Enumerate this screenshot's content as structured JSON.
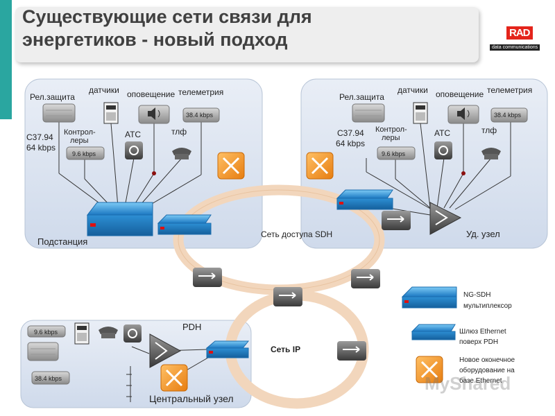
{
  "title": {
    "line1": "Существующие сети связи для",
    "line2": "энергетиков  - новый подход"
  },
  "logo": {
    "brand": "RAD",
    "sub": "data communications"
  },
  "substation": {
    "label": "Подстанция",
    "rel_protection": "Рел.защита",
    "sensors": "датчики",
    "alerting": "оповещение",
    "telemetry": "телеметрия",
    "c3794": "С37.94",
    "kbps64": "64 kbps",
    "controllers_1": "Контрол-",
    "controllers_2": "леры",
    "ats": "АТС",
    "tlf": "тлф",
    "speed_96": "9.6 kbps",
    "speed_384": "38.4 kbps"
  },
  "remote": {
    "label": "Уд. узел",
    "rel_protection": "Рел.защита",
    "sensors": "датчики",
    "alerting": "оповещение",
    "telemetry": "телеметрия",
    "c3794": "С37.94",
    "kbps64": "64 kbps",
    "controllers_1": "Контрол-",
    "controllers_2": "леры",
    "ats": "АТС",
    "tlf": "тлф",
    "speed_96": "9.6 kbps",
    "speed_384": "38.4 kbps"
  },
  "central": {
    "label": "Центральный узел",
    "pdh": "PDH",
    "speed_96": "9.6 kbps",
    "speed_384": "38.4 kbps"
  },
  "networks": {
    "sdh_ring": "Сеть доступа SDH",
    "ip_ring": "Сеть IP"
  },
  "legend": {
    "ngsdh_1": "NG-SDH",
    "ngsdh_2": "мультиплексор",
    "gw_1": "Шлюз Ethernet",
    "gw_2": "поверх PDH",
    "new_1": "Новое оконечное",
    "new_2": "оборудование на",
    "new_3": "базе Ethernet"
  },
  "watermark": "MyShared",
  "colors": {
    "accent_bar": "#2aa6a0",
    "panel": "#dde6f2",
    "ring_sdh": "#f0d2b6",
    "mux_blue": "#2b8fd6",
    "orange": "#f39a2b",
    "logo_red": "#e4241b"
  }
}
